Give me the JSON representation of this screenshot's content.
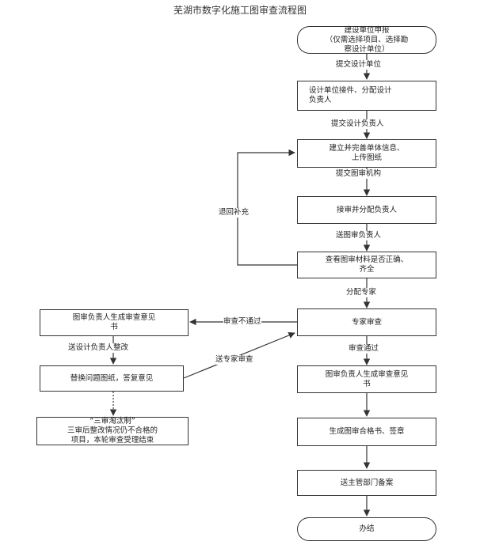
{
  "title": "芜湖市数字化施工图审查流程图",
  "nodes": {
    "start": "建设单位申报\n（仅需选择项目、选择勘\n察设计单位）",
    "design_accept": "设计单位接件、分配设计\n负责人",
    "build_info": "建立并完善单体信息、\n上传图纸",
    "accept_assign": "接审并分配负责人",
    "check_materials": "查看图审材料是否正确、\n齐全",
    "expert_review": "专家审查",
    "left_opinion": "图审负责人生成审查意见\n书",
    "replace_drawings": "替换问题图纸，答复意见",
    "elimination": "“三审淘汰制”\n三审后整改情况仍不合格的\n项目，本轮审查受理结束",
    "right_opinion": "图审负责人生成审查意见\n书",
    "certificate": "生成图审合格书、签章",
    "send_dept": "送主管部门备案",
    "end": "办结"
  },
  "edge_labels": {
    "submit_design": "提交设计单位",
    "submit_lead": "提交设计负责人",
    "submit_agency": "提交图审机构",
    "send_lead": "送图审负责人",
    "return_supplement": "退回补充",
    "assign_expert": "分配专家",
    "review_fail": "审查不通过",
    "send_design_fix": "送设计负责人整改",
    "send_expert": "送专家审查",
    "review_pass": "审查通过"
  }
}
